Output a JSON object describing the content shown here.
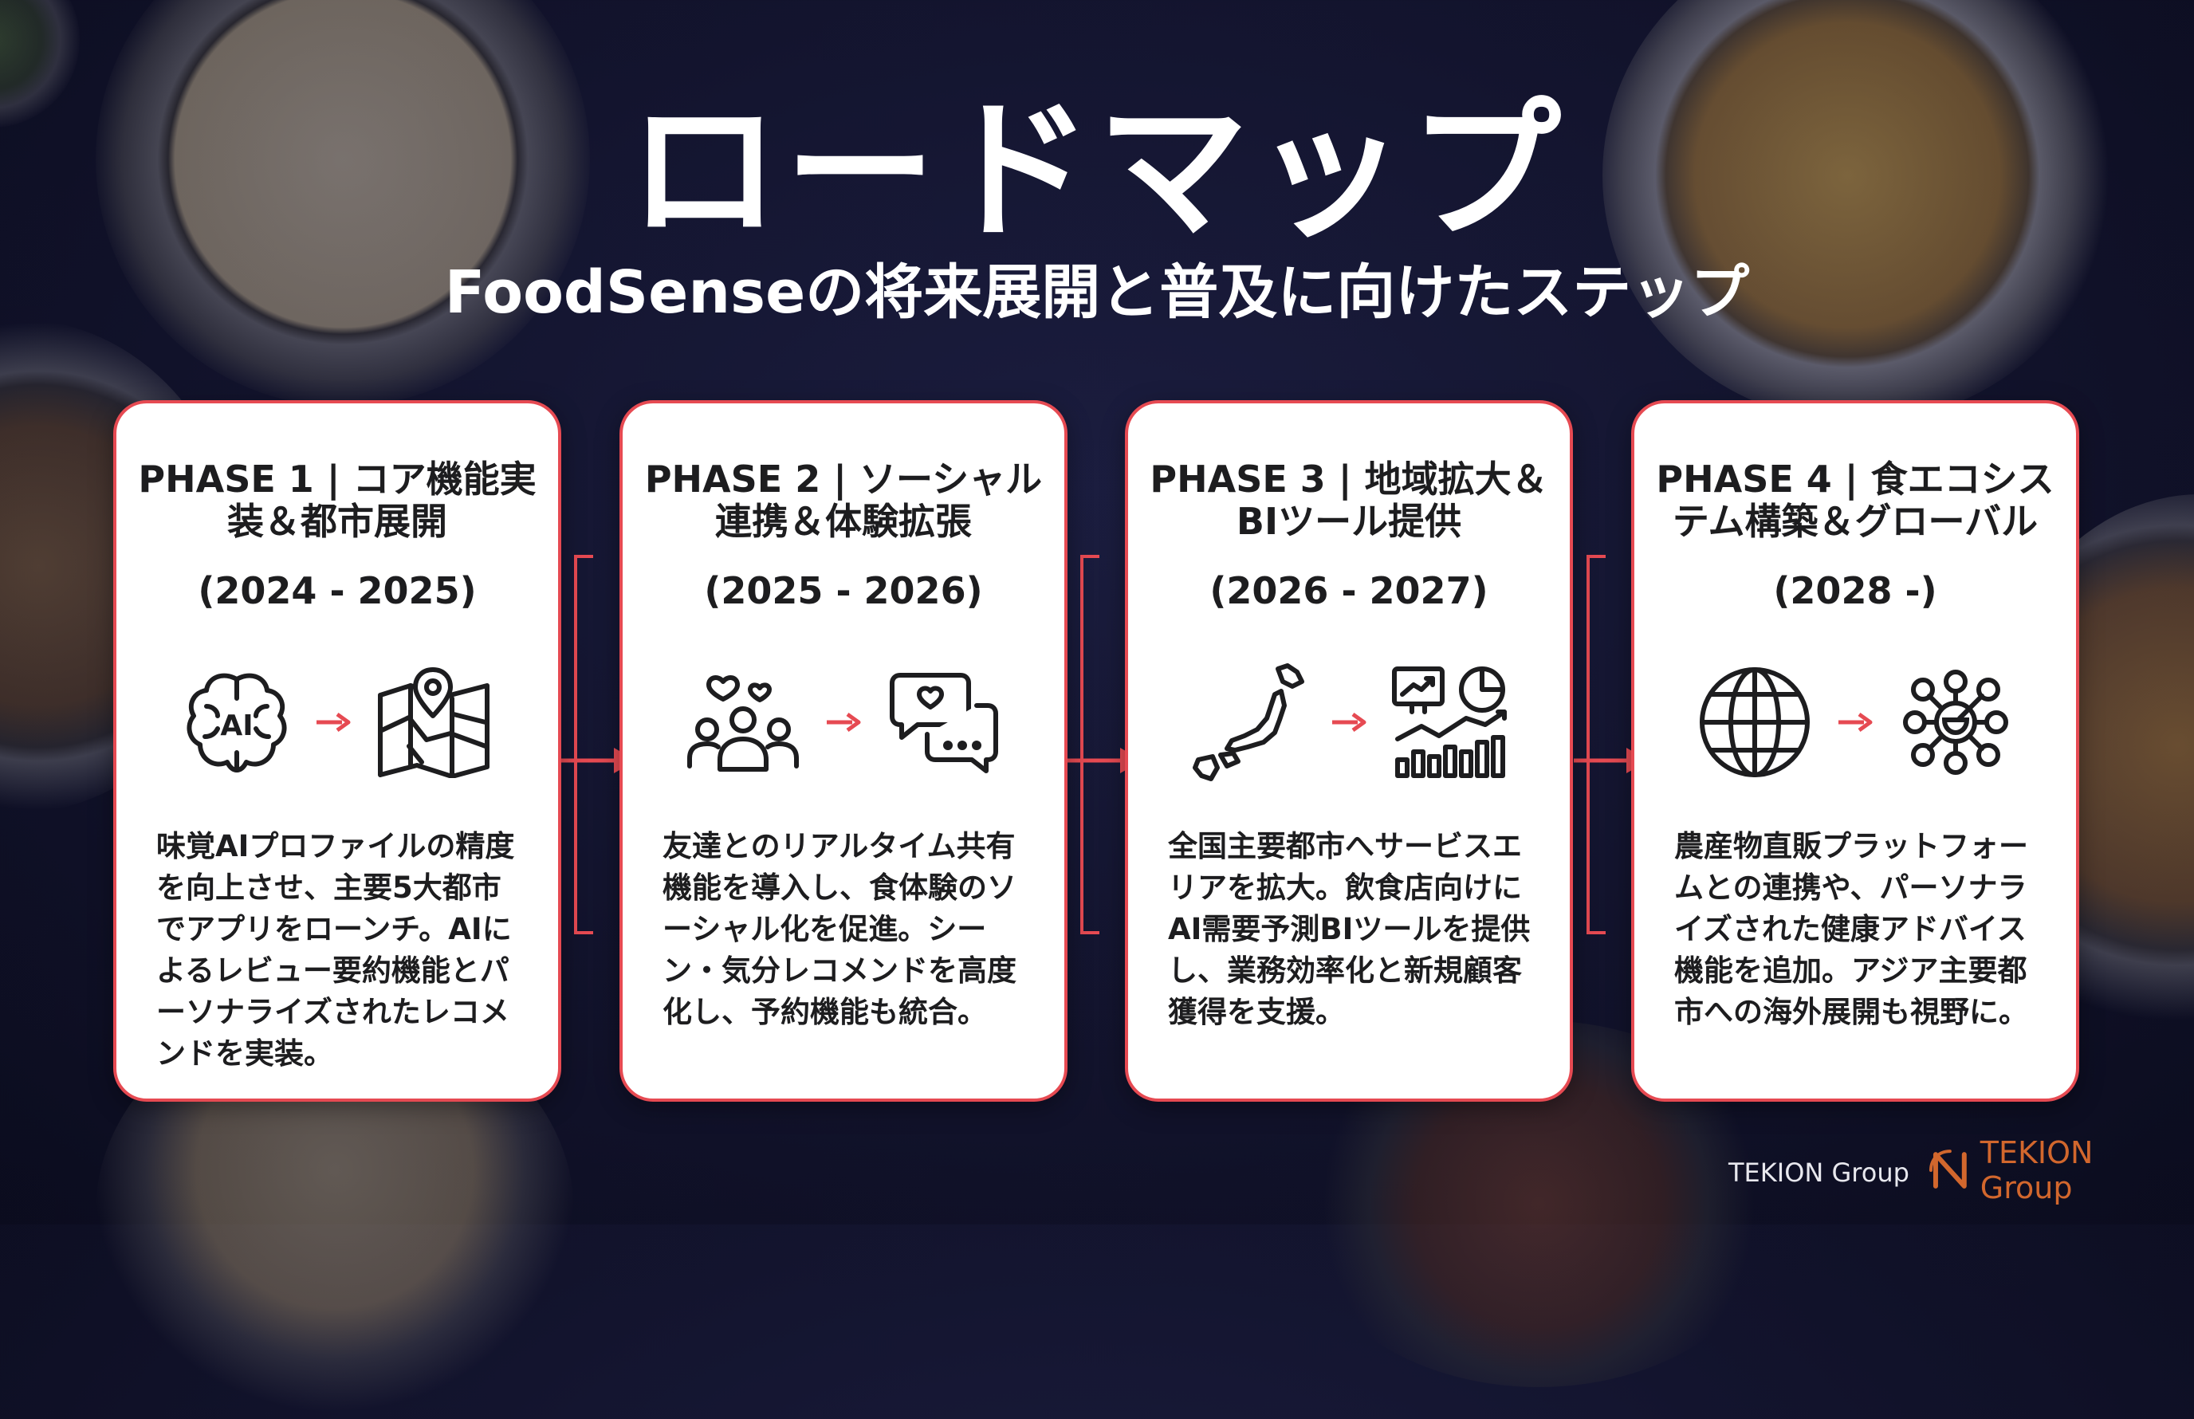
{
  "title": "ロードマップ",
  "subtitle": "FoodSenseの将来展開と普及に向けたステップ",
  "phases": [
    {
      "title": "PHASE 1 | コア機能実装＆都市展開",
      "years": "(2024 - 2025)",
      "icons": [
        "ai-brain-icon",
        "arrow-right-icon",
        "city-map-icon"
      ],
      "description": "味覚AIプロファイルの精度を向上させ、主要5大都市でアプリをローンチ。AIによるレビュー要約機能とパーソナライズされたレコメンドを実装。"
    },
    {
      "title": "PHASE 2 | ソーシャル連携＆体験拡張",
      "years": "(2025 - 2026)",
      "icons": [
        "community-hearts-icon",
        "arrow-right-icon",
        "chat-bubbles-icon"
      ],
      "description": "友達とのリアルタイム共有機能を導入し、食体験のソーシャル化を促進。シーン・気分レコメンドを高度化し、予約機能も統合。"
    },
    {
      "title": "PHASE 3 | 地域拡大＆BIツール提供",
      "years": "(2026 - 2027)",
      "icons": [
        "japan-map-icon",
        "arrow-right-icon",
        "bi-dashboard-icon"
      ],
      "description": "全国主要都市へサービスエリアを拡大。飲食店向けにAI需要予測BIツールを提供し、業務効率化と新規顧客獲得を支援。"
    },
    {
      "title": "PHASE 4 | 食エコシステム構築＆グローバル",
      "years": "(2028 -)",
      "icons": [
        "globe-icon",
        "arrow-right-icon",
        "ecosystem-network-icon"
      ],
      "description": "農産物直販プラットフォームとの連携や、パーソナライズされた健康アドバイス機能を追加。アジア主要都市への海外展開も視野に。"
    }
  ],
  "footer": {
    "group_label": "TEKION Group",
    "logo_text": "TEKION Group"
  },
  "colors": {
    "accent": "#e64a52",
    "background": "#12132c",
    "card": "#ffffff",
    "logo": "#d2672d"
  }
}
